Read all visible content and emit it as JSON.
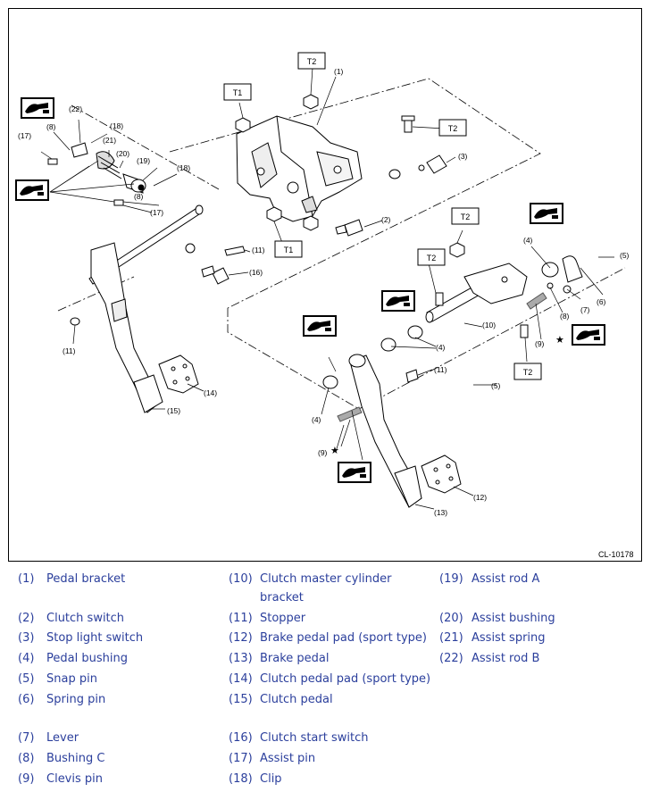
{
  "figure_code": "CL-10178",
  "torque_marks": [
    "T1",
    "T2"
  ],
  "callouts": [
    "(1)",
    "(2)",
    "(3)",
    "(4)",
    "(5)",
    "(6)",
    "(7)",
    "(8)",
    "(9)",
    "(10)",
    "(11)",
    "(12)",
    "(13)",
    "(14)",
    "(15)",
    "(16)",
    "(17)",
    "(18)",
    "(19)",
    "(20)",
    "(21)",
    "(22)"
  ],
  "star": "★",
  "icons": {
    "grease": "grease-gun-icon"
  },
  "colors": {
    "legend_text": "#2b3f9c",
    "lines": "#000000"
  },
  "legend": [
    {
      "num": "(1)",
      "label": "Pedal bracket"
    },
    {
      "num": "(2)",
      "label": "Clutch switch"
    },
    {
      "num": "(3)",
      "label": "Stop light switch"
    },
    {
      "num": "(4)",
      "label": "Pedal bushing"
    },
    {
      "num": "(5)",
      "label": "Snap pin"
    },
    {
      "num": "(6)",
      "label": "Spring pin"
    },
    {
      "num": "(7)",
      "label": "Lever"
    },
    {
      "num": "(8)",
      "label": "Bushing C"
    },
    {
      "num": "(9)",
      "label": "Clevis pin"
    },
    {
      "num": "(10)",
      "label": "Clutch master cylinder",
      "label2": "bracket"
    },
    {
      "num": "(11)",
      "label": "Stopper"
    },
    {
      "num": "(12)",
      "label": "Brake pedal pad (sport type)"
    },
    {
      "num": "(13)",
      "label": "Brake pedal"
    },
    {
      "num": "(14)",
      "label": "Clutch pedal pad (sport type)"
    },
    {
      "num": "(15)",
      "label": "Clutch pedal"
    },
    {
      "num": "(16)",
      "label": "Clutch start switch"
    },
    {
      "num": "(17)",
      "label": "Assist pin"
    },
    {
      "num": "(18)",
      "label": "Clip"
    },
    {
      "num": "(19)",
      "label": "Assist rod A"
    },
    {
      "num": "(20)",
      "label": "Assist bushing"
    },
    {
      "num": "(21)",
      "label": "Assist spring"
    },
    {
      "num": "(22)",
      "label": "Assist rod B"
    }
  ]
}
